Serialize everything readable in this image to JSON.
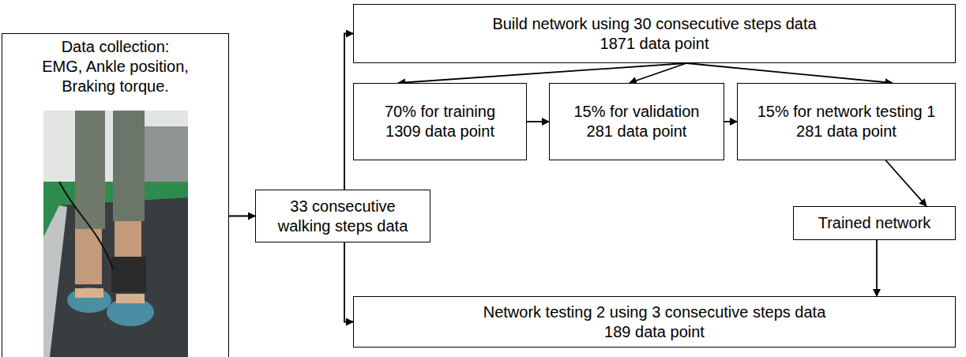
{
  "diagram": {
    "nodes": [
      {
        "text": [
          "Data collection:",
          "EMG, Ankle position, Braking torque."
        ]
      },
      {
        "text": [
          "33 consecutive walking steps data"
        ]
      },
      {
        "text": [
          "Build network using 30 consecutive steps data",
          "1871 data point"
        ]
      },
      {
        "text": [
          "70% for training",
          "1309 data point"
        ]
      },
      {
        "text": [
          "15% for validation",
          "281 data point"
        ]
      },
      {
        "text": [
          "15% for network testing 1",
          "281 data point"
        ]
      },
      {
        "text": [
          "Trained network"
        ]
      },
      {
        "text": [
          "Network testing 2 using 3 consecutive steps data",
          "189 data point"
        ]
      }
    ],
    "edges": [
      {
        "from": 0,
        "to": 1,
        "arrow": "to"
      },
      {
        "from": 1,
        "to": 2,
        "arrow": "to"
      },
      {
        "from": 1,
        "to": 7,
        "arrow": "to"
      },
      {
        "from": 2,
        "to": 3,
        "arrow": "to"
      },
      {
        "from": 2,
        "to": 4,
        "arrow": "to"
      },
      {
        "from": 2,
        "to": 5,
        "arrow": "to"
      },
      {
        "from": 3,
        "to": 4,
        "arrow": "to"
      },
      {
        "from": 4,
        "to": 5,
        "arrow": "to"
      },
      {
        "from": 5,
        "to": 6,
        "arrow": "to"
      },
      {
        "from": 6,
        "to": 7,
        "arrow": "to"
      }
    ]
  }
}
